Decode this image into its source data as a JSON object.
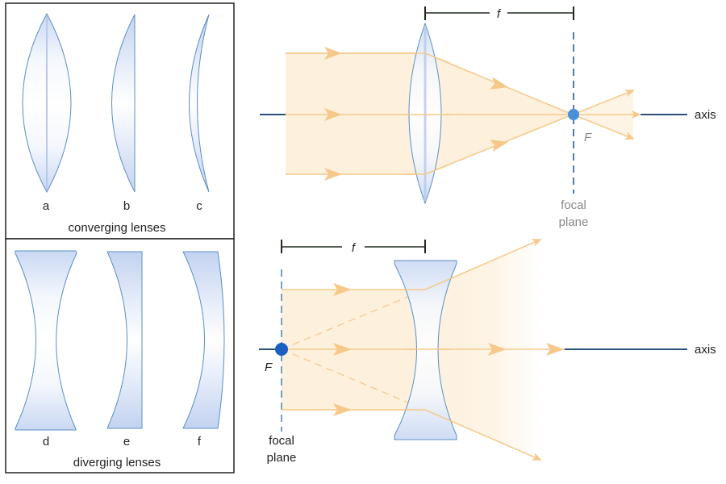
{
  "panels": {
    "converging": {
      "caption": "converging lenses",
      "labels": [
        "a",
        "b",
        "c"
      ]
    },
    "diverging": {
      "caption": "diverging lenses",
      "labels": [
        "d",
        "e",
        "f"
      ]
    }
  },
  "top_diagram": {
    "focal_length_label": "f",
    "focal_point_label": "F",
    "axis_label": "axis",
    "focal_plane_label_line1": "focal",
    "focal_plane_label_line2": "plane"
  },
  "bottom_diagram": {
    "focal_length_label": "f",
    "focal_point_label": "F",
    "axis_label": "axis",
    "focal_plane_label_line1": "focal",
    "focal_plane_label_line2": "plane"
  },
  "colors": {
    "ray": "#f6c98a",
    "beam_fill": "#fdf1de",
    "lens_stroke": "#5b8fc7",
    "lens_fill": "#dfe8f8",
    "focal_dot_top": "#4a90d9",
    "focal_dot_bottom": "#1a5fc2",
    "axis": "#2a4f7a",
    "focal_plane": "#4a7fb0"
  }
}
